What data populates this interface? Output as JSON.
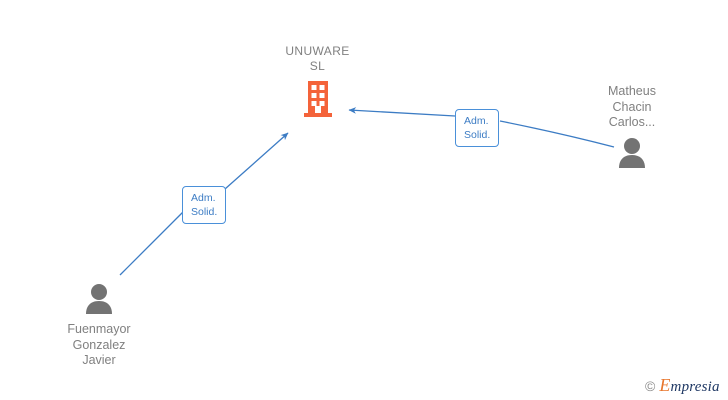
{
  "graph": {
    "type": "relationship-diagram",
    "background_color": "#ffffff",
    "company": {
      "name": "UNUWARE\nSL",
      "icon": "building-icon",
      "icon_color": "#f4633a",
      "label_color": "#808080"
    },
    "persons": [
      {
        "id": "person-right",
        "name": "Matheus\nChacin\nCarlos...",
        "icon": "person-icon",
        "icon_color": "#737373",
        "label_color": "#808080",
        "position": "right"
      },
      {
        "id": "person-left",
        "name": "Fuenmayor\nGonzalez\nJavier",
        "icon": "person-icon",
        "icon_color": "#737373",
        "label_color": "#808080",
        "position": "left"
      }
    ],
    "edges": [
      {
        "id": "edge-right",
        "label": "Adm.\nSolid.",
        "from": "person-right",
        "to": "company",
        "color": "#3c7cc4",
        "border_color": "#4a90d9",
        "arrow": "left"
      },
      {
        "id": "edge-left",
        "label": "Adm.\nSolid.",
        "from": "person-left",
        "to": "company",
        "color": "#3c7cc4",
        "border_color": "#4a90d9",
        "arrow": "up-right"
      }
    ]
  },
  "watermark": {
    "copyright": "©",
    "brand_initial": "E",
    "brand_rest": "mpresia",
    "brand_color": "#e8762c",
    "text_color": "#1f3864"
  }
}
